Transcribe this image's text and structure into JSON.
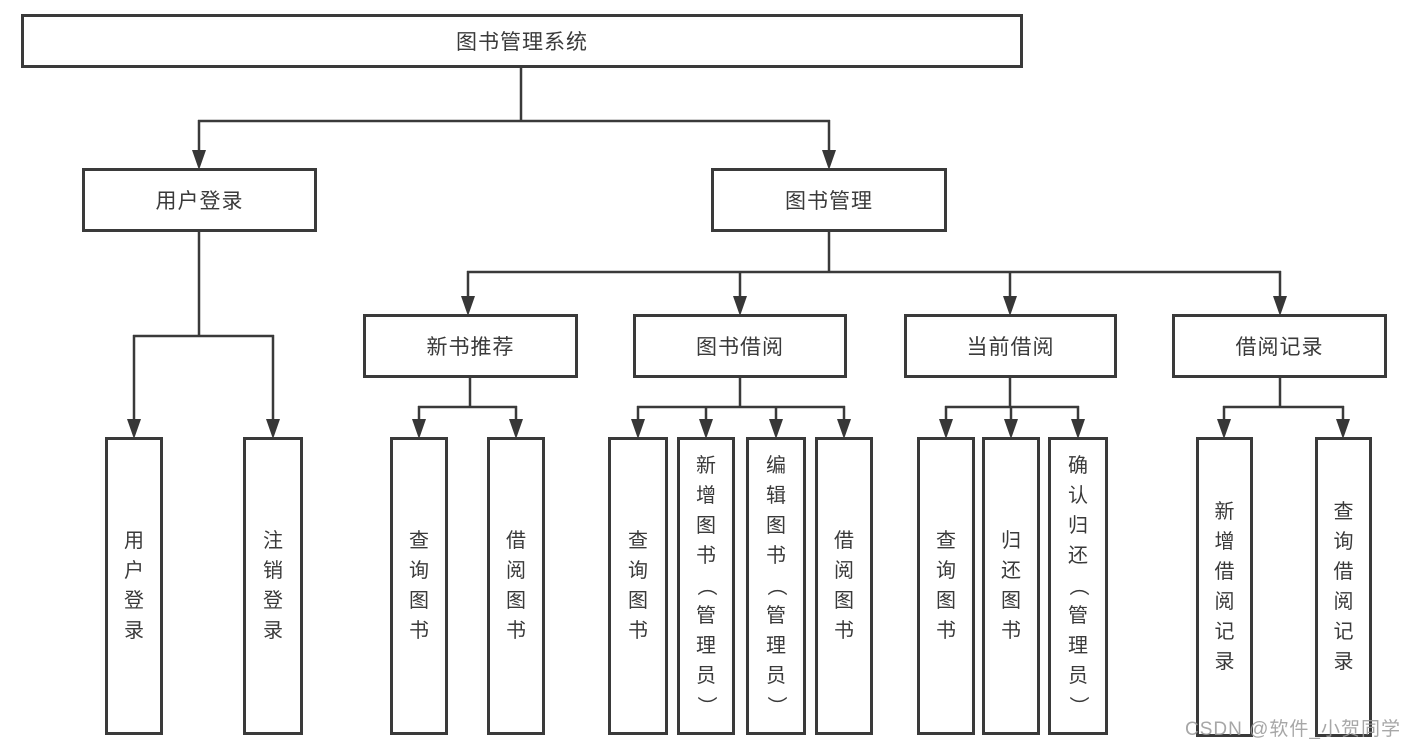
{
  "tree": {
    "label": "图书管理系统",
    "children": [
      {
        "label": "用户登录",
        "children": [
          {
            "label": "用户登录"
          },
          {
            "label": "注销登录"
          }
        ]
      },
      {
        "label": "图书管理",
        "children": [
          {
            "label": "新书推荐",
            "children": [
              {
                "label": "查询图书"
              },
              {
                "label": "借阅图书"
              }
            ]
          },
          {
            "label": "图书借阅",
            "children": [
              {
                "label": "查询图书"
              },
              {
                "label": "新增图书（管理员）"
              },
              {
                "label": "编辑图书（管理员）"
              },
              {
                "label": "借阅图书"
              }
            ]
          },
          {
            "label": "当前借阅",
            "children": [
              {
                "label": "查询图书"
              },
              {
                "label": "归还图书"
              },
              {
                "label": "确认归还（管理员）"
              }
            ]
          },
          {
            "label": "借阅记录",
            "children": [
              {
                "label": "新增借阅记录"
              },
              {
                "label": "查询借阅记录"
              }
            ]
          }
        ]
      }
    ]
  },
  "watermark": "CSDN @软件_小贺同学",
  "colors": {
    "line": "#3a3a3a",
    "text": "#3a3a3a",
    "background": "#ffffff",
    "watermark": "#9b9b9b"
  }
}
